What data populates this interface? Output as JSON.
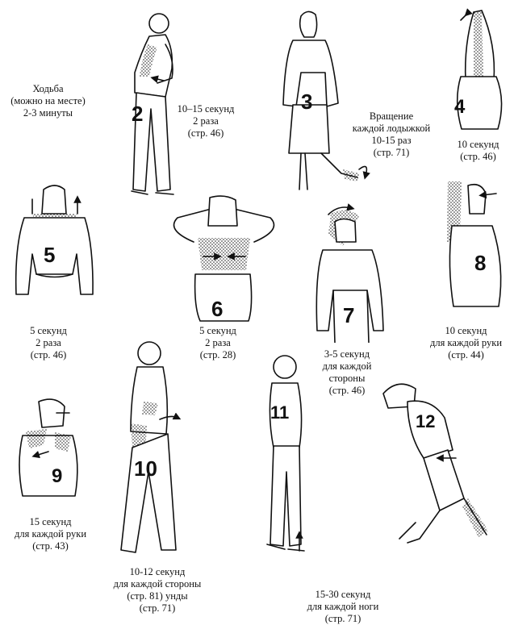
{
  "captions": {
    "c1": [
      "Ходьба",
      "(можно на месте)",
      "2-3  минуты"
    ],
    "c2": [
      "10–15 секунд",
      "2 раза",
      "(стр. 46)"
    ],
    "c3": [
      "Вращение",
      "каждой лодыжкой",
      "10-15  раз",
      "(стр.  71)"
    ],
    "c4": [
      "10  секунд",
      "(стр.  46)"
    ],
    "c5": [
      "5 секунд",
      "2 раза",
      "(стр. 46)"
    ],
    "c6": [
      "5 секунд",
      "2 раза",
      "(стр. 28)"
    ],
    "c7": [
      "3-5  секунд",
      "для каждой",
      "стороны",
      "(стр. 46)"
    ],
    "c8": [
      "10 секунд",
      "для каждой руки",
      "(стр. 44)"
    ],
    "c9": [
      "15 секунд",
      "для каждой руки",
      "(стр. 43)"
    ],
    "c10": [
      "10-12  секунд",
      "для каждой стороны",
      "(стр.  81) унды",
      "(стр.  71)"
    ],
    "c11": [
      "15-30  секунд",
      "для каждой ноги",
      "(стр.  71)"
    ]
  },
  "figures": [
    "2",
    "3",
    "4",
    "5",
    "6",
    "7",
    "8",
    "9",
    "10",
    "11",
    "12"
  ],
  "icons": [
    "arrow-icon",
    "rotation-arrow-icon"
  ]
}
